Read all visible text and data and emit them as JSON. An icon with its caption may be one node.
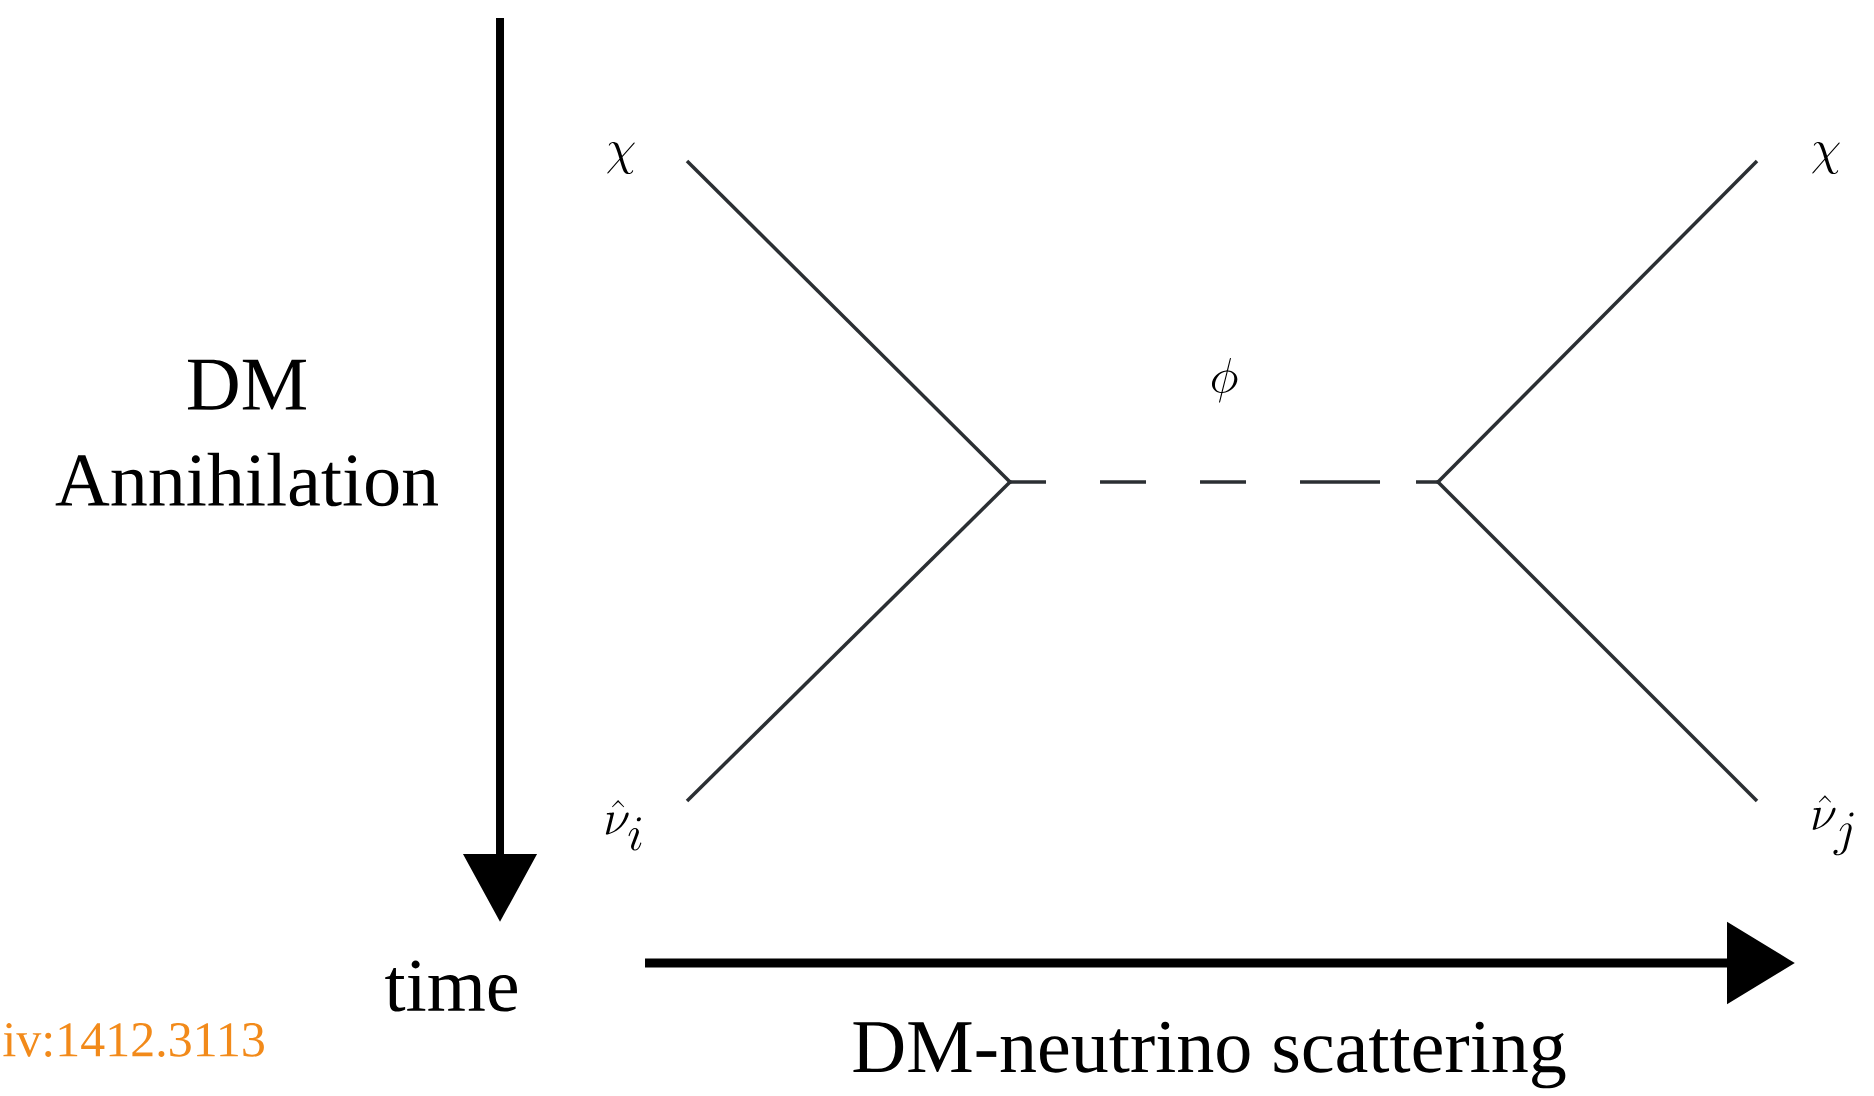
{
  "diagram": {
    "nodes": [
      {
        "text": [
          "\\chi"
        ]
      },
      {
        "text": [
          "\\hat{\\nu}_i"
        ]
      },
      {
        "text": [],
        "shape": "point"
      },
      {
        "text": [],
        "shape": "point"
      },
      {
        "text": [
          "\\chi"
        ]
      },
      {
        "text": [
          "\\hat{\\nu}_j"
        ]
      }
    ],
    "edges": [
      {
        "from": 0,
        "to": 2,
        "arrow": "none"
      },
      {
        "from": 1,
        "to": 2,
        "arrow": "none"
      },
      {
        "from": 2,
        "to": 3,
        "arrow": "none",
        "style": "dashed",
        "label": "\\phi"
      },
      {
        "from": 3,
        "to": 4,
        "arrow": "none"
      },
      {
        "from": 3,
        "to": 5,
        "arrow": "none"
      }
    ],
    "labels": [
      "DM Annihilation",
      "time",
      "DM-neutrino scattering",
      "iv:1412.3113"
    ]
  }
}
